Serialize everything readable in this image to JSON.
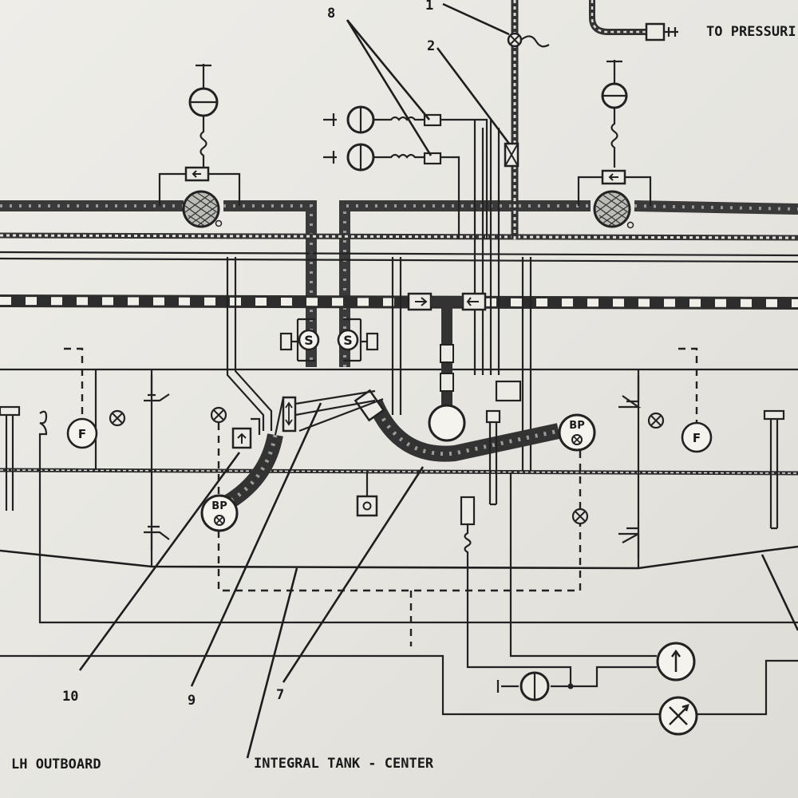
{
  "labels": {
    "callout_1": "1",
    "callout_2": "2",
    "callout_7": "7",
    "callout_8": "8",
    "callout_9": "9",
    "callout_10": "10",
    "to_pressurization": "TO PRESSURI",
    "lh_outboard": "LH OUTBOARD",
    "integral_tank_center": "INTEGRAL TANK - CENTER"
  },
  "symbols": {
    "sensor_s": "S",
    "fuel_flow": "F",
    "boost_pump": "BP"
  },
  "colors": {
    "ink": "#1e1e1e",
    "paper": "#eceae5",
    "pipe_fill": "#3a3a3a"
  }
}
